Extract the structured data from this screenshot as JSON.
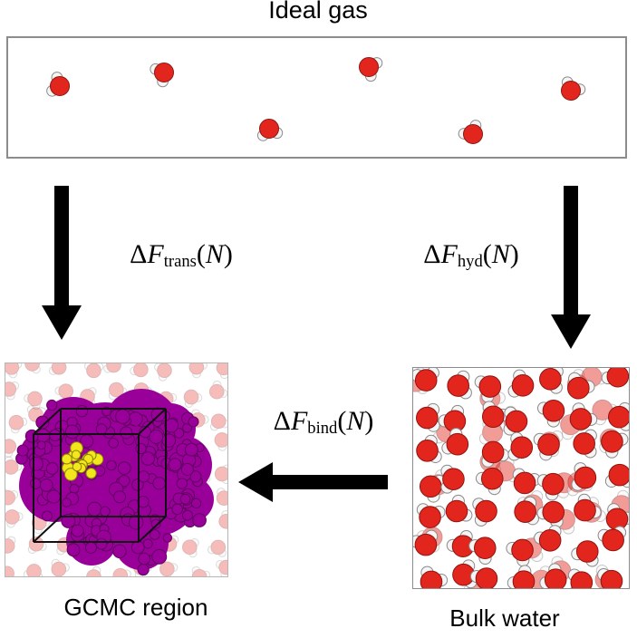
{
  "title_top": "Ideal gas",
  "labels": {
    "trans": {
      "delta": "Δ",
      "f": "F",
      "sub": "trans",
      "open": "(",
      "n": "N",
      "close": ")"
    },
    "hyd": {
      "delta": "Δ",
      "f": "F",
      "sub": "hyd",
      "open": "(",
      "n": "N",
      "close": ")"
    },
    "bind": {
      "delta": "Δ",
      "f": "F",
      "sub": "bind",
      "open": "(",
      "n": "N",
      "close": ")"
    }
  },
  "captions": {
    "gcmc": "GCMC region",
    "bulk": "Bulk water"
  },
  "colors": {
    "oxygen": "#e3261d",
    "oxygen_edge": "#8f1410",
    "hydrogen": "#f5f5f5",
    "hydrogen_edge": "#8a8a8a",
    "protein": "#990099",
    "protein_edge": "#5e005e",
    "binding_site": "#f2e71c",
    "binding_site_edge": "#8a8200",
    "arrow": "#000000",
    "box_border": "#8c8c8c"
  }
}
